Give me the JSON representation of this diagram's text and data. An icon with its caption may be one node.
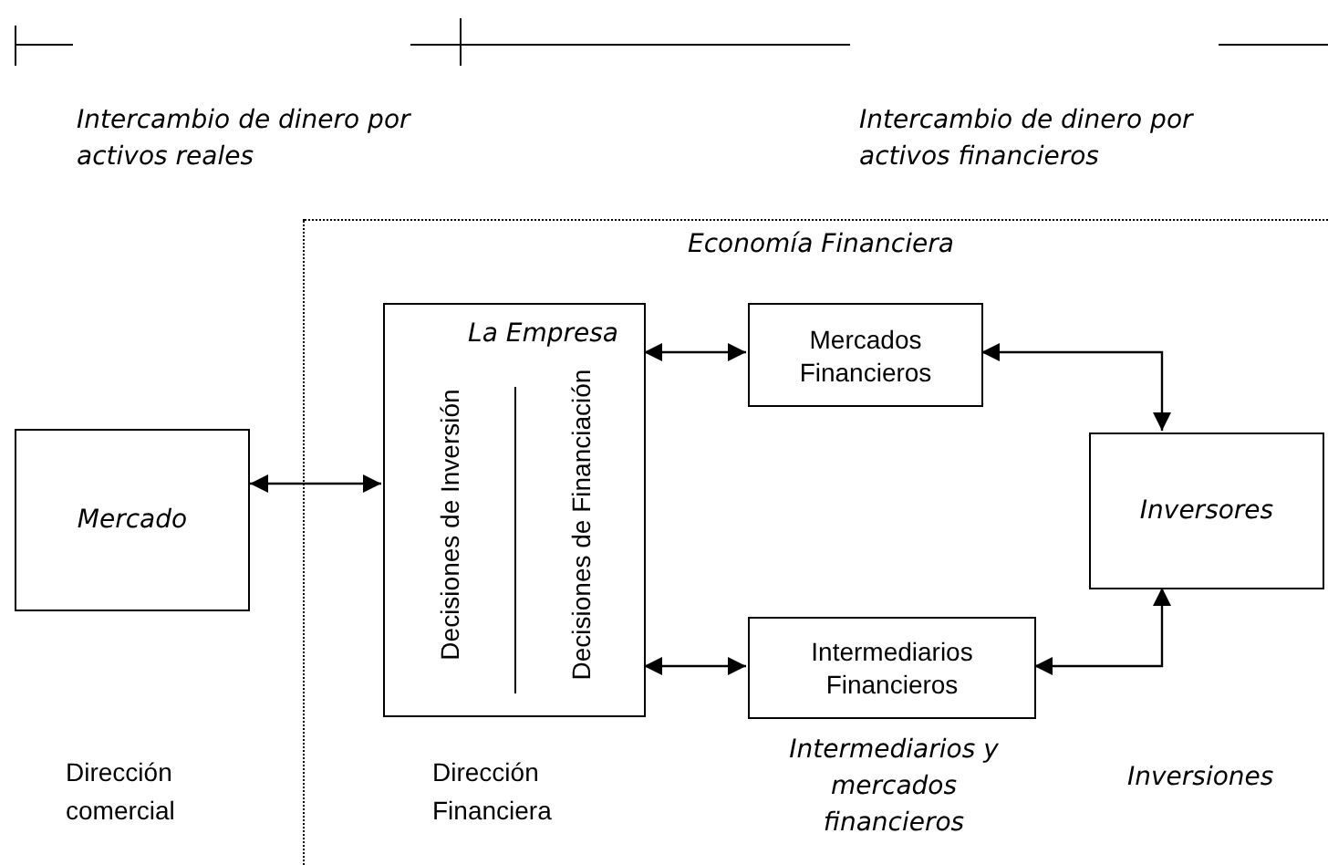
{
  "diagram": {
    "nodes": [
      {
        "text": [
          "Economía Financiera"
        ]
      },
      {
        "text": [
          "Mercado"
        ]
      },
      {
        "text": [
          "La Empresa",
          "Decisiones de Inversión",
          "Decisiones de Financiación"
        ],
        "in": 0
      },
      {
        "text": [
          "Mercados Financieros"
        ],
        "in": 0
      },
      {
        "text": [
          "Inversores"
        ],
        "in": 0
      },
      {
        "text": [
          "Intermediarios Financieros"
        ],
        "in": 0
      }
    ],
    "edges": [
      {
        "from": 1,
        "to": 2,
        "arrow": "both"
      },
      {
        "from": 2,
        "to": 3,
        "arrow": "both"
      },
      {
        "from": 2,
        "to": 5,
        "arrow": "both"
      },
      {
        "from": 3,
        "to": 4,
        "arrow": "both"
      },
      {
        "from": 5,
        "to": 4,
        "arrow": "both"
      }
    ],
    "labels": [
      "Intercambio de dinero por activos reales",
      "Intercambio de dinero por activos financieros",
      "Dirección comercial",
      "Dirección Financiera",
      "Intermediarios y mercados financieros",
      "Inversiones"
    ]
  }
}
